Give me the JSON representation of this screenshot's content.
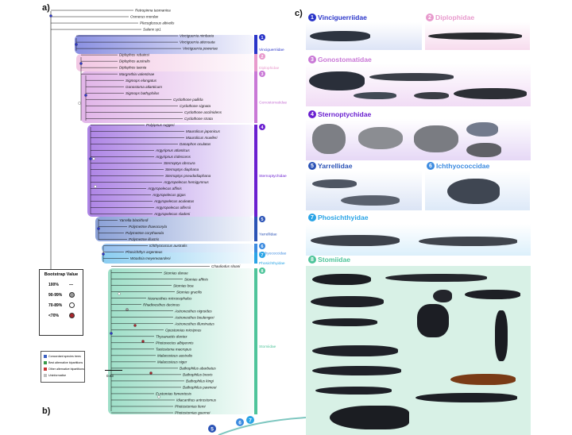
{
  "panels": {
    "a": "a)",
    "b": "b)",
    "c": "c)"
  },
  "taxa": [
    "Retropinna tasmanica",
    "Osmerus mordax",
    "Plecoglossus altivelis",
    "Salanx sp1",
    "Vinciguerria nimbaria",
    "Vinciguerria attenuata",
    "Vinciguerria poweriae",
    "Diplophos rebainsi",
    "Diplophos australis",
    "Diplophos taenia",
    "Margrethia valentinae",
    "Sigmops elongatus",
    "Gonostoma atlanticum",
    "Sigmops bathyphilus",
    "Cyclothone pallida",
    "Cyclothone signata",
    "Cyclothone acclinidens",
    "Cyclothone strata",
    "Polyipnus ruggeri",
    "Maurolicus japonicus",
    "Maurolicus muelleri",
    "Danaphos oculatus",
    "Argyripnus atlanticus",
    "Argyripnus iridescens",
    "Sternoptyx obscura",
    "Sternoptyx diaphana",
    "Sternoptyx pseudodiaphana",
    "Argyropelecus hemigymnus",
    "Argyropelecus affinis",
    "Argyropelecus gigas",
    "Argyropelecus aculeatus",
    "Argyropelecus olfersii",
    "Argyropelecus sladeni",
    "Yarrella blackfordi",
    "Polymetme thaeocoryla",
    "Polymetme corythaeola",
    "Polymetme illustris",
    "Ichthyococcus australis",
    "Phosichthys argenteus",
    "Woodsia meyerwaardeni",
    "Chauliodus sloani",
    "Stomias danae",
    "Stomias affinis",
    "Stomias boa",
    "Stomias gracilis",
    "Neonesthes microcephalus",
    "Rhadinesthes decimus",
    "Astronesthes nigroides",
    "Astronesthes boulengeri",
    "Astronesthes illuminatus",
    "Opostomias micripnus",
    "Thysanactis dentex",
    "Photonectes albipennis",
    "Tactostoma macropus",
    "Malacosteus australis",
    "Malacosteus niger",
    "Bathophilus abarbatus",
    "Bathophilus brevis",
    "Bathophilus kingi",
    "Bathophilus pawneei",
    "Eustomias fomentosis",
    "Idiacanthus antrostomus",
    "Photostomias liemi",
    "Photostomias guernei"
  ],
  "tree_families": [
    {
      "num": "1",
      "name": "Vinciguerriidae",
      "color": "#2a35c9"
    },
    {
      "num": "2",
      "name": "Diplophidae",
      "color": "#e89acd"
    },
    {
      "num": "3",
      "name": "Gonostomatidae",
      "color": "#c978d6"
    },
    {
      "num": "4",
      "name": "Sternoptychidae",
      "color": "#6a1fd0"
    },
    {
      "num": "5",
      "name": "Yarrellidae",
      "color": "#2b53b6"
    },
    {
      "num": "6",
      "name": "Ichthyococcidae",
      "color": "#3c8be0"
    },
    {
      "num": "7",
      "name": "Phosichthyidae",
      "color": "#2aa4e6"
    },
    {
      "num": "8",
      "name": "Stomiidae",
      "color": "#4ec49a"
    }
  ],
  "legend": {
    "title": "Bootstrap Value",
    "rows": [
      {
        "label": "100%",
        "mark": "—",
        "color": "#111111"
      },
      {
        "label": "90-99%",
        "color": "#9a9a9a"
      },
      {
        "label": "70-89%",
        "color": "#ffffff"
      },
      {
        "label": "<70%",
        "color": "#a8262c"
      }
    ]
  },
  "bip_legend": [
    {
      "label": "Concordant species trees",
      "color": "#3a5fc2"
    },
    {
      "label": "Best alternative bipartitions",
      "color": "#3a9a4a"
    },
    {
      "label": "Other alternative bipartitions",
      "color": "#c83232"
    },
    {
      "label": "Uninformative",
      "color": "#bfbfbf"
    }
  ],
  "scale_label": "0.03",
  "cards": [
    {
      "num": "1",
      "name": "Vinciguerriidae",
      "color": "#2a35c9",
      "bg": "#dde4f6"
    },
    {
      "num": "2",
      "name": "Diplophidae",
      "color": "#e89acd",
      "bg": "#f7dcee"
    },
    {
      "num": "3",
      "name": "Gonostomatidae",
      "color": "#c978d6",
      "bg": "#f1dcf5"
    },
    {
      "num": "4",
      "name": "Sternoptychidae",
      "color": "#6a1fd0",
      "bg": "#e6d8f6"
    },
    {
      "num": "5",
      "name": "Yarrellidae",
      "color": "#2b53b6",
      "bg": "#dbe4f5"
    },
    {
      "num": "6",
      "name": "Ichthyococcidae",
      "color": "#3c8be0",
      "bg": "#dde9f8"
    },
    {
      "num": "7",
      "name": "Phosichthyidae",
      "color": "#2aa4e6",
      "bg": "#dcf0fb"
    },
    {
      "num": "8",
      "name": "Stomiidae",
      "color": "#4ec49a",
      "bg": "#d8f1e6"
    }
  ],
  "bottom_badges": [
    "5",
    "6",
    "7"
  ]
}
